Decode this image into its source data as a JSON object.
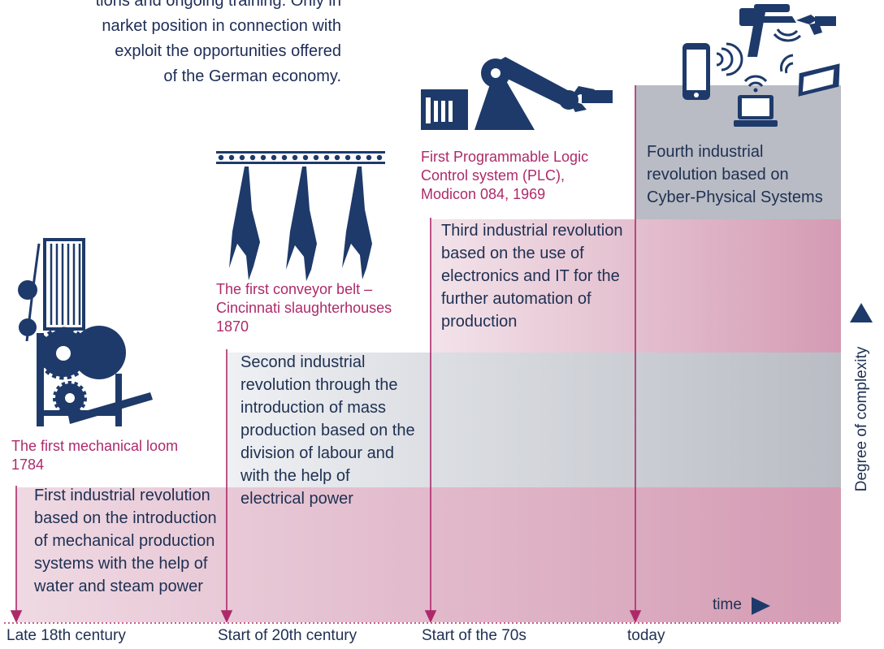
{
  "intro_lines": [
    "tions and ongoing training. Only in",
    "narket position in connection with",
    "exploit the opportunities offered",
    "of the German economy."
  ],
  "milestones": [
    {
      "caption": [
        "The first mechanical loom",
        "1784"
      ],
      "icon": "loom-icon"
    },
    {
      "caption": [
        "The first conveyor belt –",
        "Cincinnati slaughterhouses",
        "1870"
      ],
      "icon": "conveyor-belt-icon"
    },
    {
      "caption": [
        "First Programmable Logic",
        "Control system (PLC),",
        "Modicon 084, 1969"
      ],
      "icon": "robot-arm-icon"
    },
    {
      "caption": [],
      "icon": "connected-devices-icon"
    }
  ],
  "revolutions": [
    {
      "lines": [
        "First industrial revolution",
        "based on the introduction",
        "of mechanical production",
        "systems with the help of",
        "water and steam power"
      ]
    },
    {
      "lines": [
        "Second industrial",
        "revolution through the",
        "introduction of mass",
        "production based on the",
        "division of labour and",
        "with the help of",
        "electrical power"
      ]
    },
    {
      "lines": [
        "Third industrial revolution",
        "based on the use of",
        "electronics and IT for the",
        "further automation of",
        "production"
      ]
    },
    {
      "lines": [
        "Fourth industrial",
        "revolution based on",
        "Cyber-Physical Systems"
      ]
    }
  ],
  "eras": [
    "Late 18th century",
    "Start of 20th century",
    "Start of the 70s",
    "today"
  ],
  "axis": {
    "x_label": "time",
    "y_label": "Degree of complexity"
  },
  "colors": {
    "navy": "#1e3a6a",
    "magenta": "#ad2a6a",
    "pink_band": "#d49bb3",
    "gray_band": "#b9bcc4"
  }
}
